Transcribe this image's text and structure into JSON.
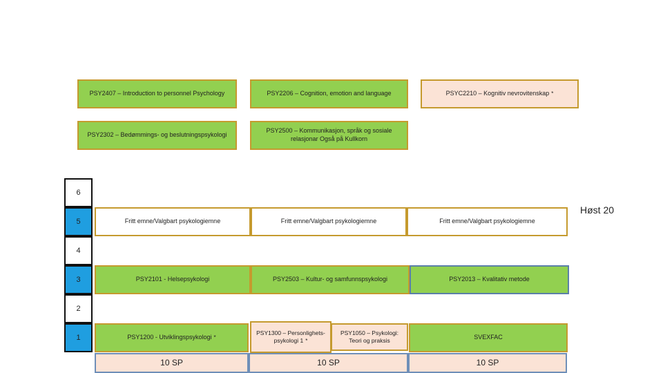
{
  "top_row": [
    {
      "text": "PSY2407 – Introduction to personnel Psychology"
    },
    {
      "text": "PSY2206 – Cognition, emotion and language"
    },
    {
      "text": "PSYC2210 – Kognitiv nevrovitenskap",
      "mark": "*"
    }
  ],
  "second_row": [
    {
      "text": "PSY2302 – Bedømmings- og beslutningspsykologi"
    },
    {
      "text": "PSY2500 – Kommunikasjon, språk og sosiale relasjonar Også på Kullkorn"
    }
  ],
  "semesters": [
    "6",
    "5",
    "4",
    "3",
    "2",
    "1"
  ],
  "season_label": "Høst 20",
  "row5": [
    "Fritt emne/Valgbart psykologiemne",
    "Fritt emne/Valgbart psykologiemne",
    "Fritt emne/Valgbart psykologiemne"
  ],
  "row3": [
    "PSY2101 - Helsepsykologi",
    "PSY2503 – Kultur- og samfunnspsykologi",
    "PSY2013 – Kvalitativ metode"
  ],
  "row1": {
    "c1": {
      "text": "PSY1200 - Utviklingspsykologi",
      "mark": "*"
    },
    "c2a": {
      "text": "PSY1300 – Personlighets-psykologi 1",
      "mark": "*"
    },
    "c2b": {
      "text": "PSY1050 – Psykologi: Teori og praksis"
    },
    "c3": {
      "text": "SVEXFAC"
    }
  },
  "credits": [
    "10 SP",
    "10 SP",
    "10 SP"
  ],
  "colors": {
    "green": "#92d050",
    "peach": "#fbe3d6",
    "blue": "#1f9ee0",
    "border": "#c59a2e"
  }
}
